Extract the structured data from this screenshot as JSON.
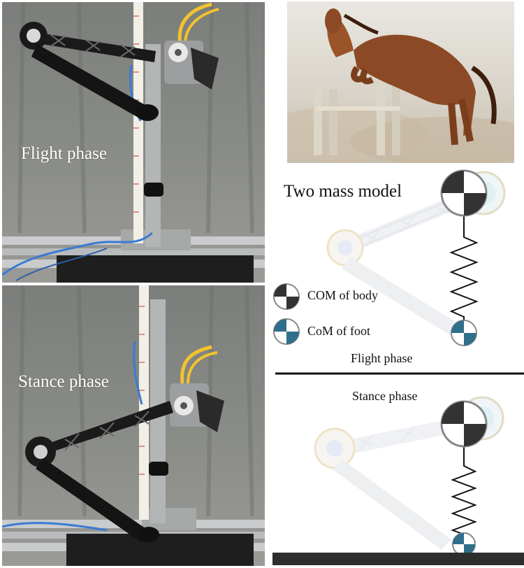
{
  "photos": {
    "flight": {
      "label": "Flight phase"
    },
    "stance": {
      "label": "Stance phase"
    }
  },
  "horse_image": {
    "subject": "horse jumping over rails"
  },
  "diagram": {
    "title": "Two mass model",
    "legend": {
      "body": "COM of body",
      "foot": "CoM of foot"
    },
    "flight_caption": "Flight phase",
    "stance_caption": "Stance phase"
  },
  "colors": {
    "body_mass": "#333333",
    "foot_mass": "#2f6f8c",
    "ground": "#2e2e2e"
  }
}
